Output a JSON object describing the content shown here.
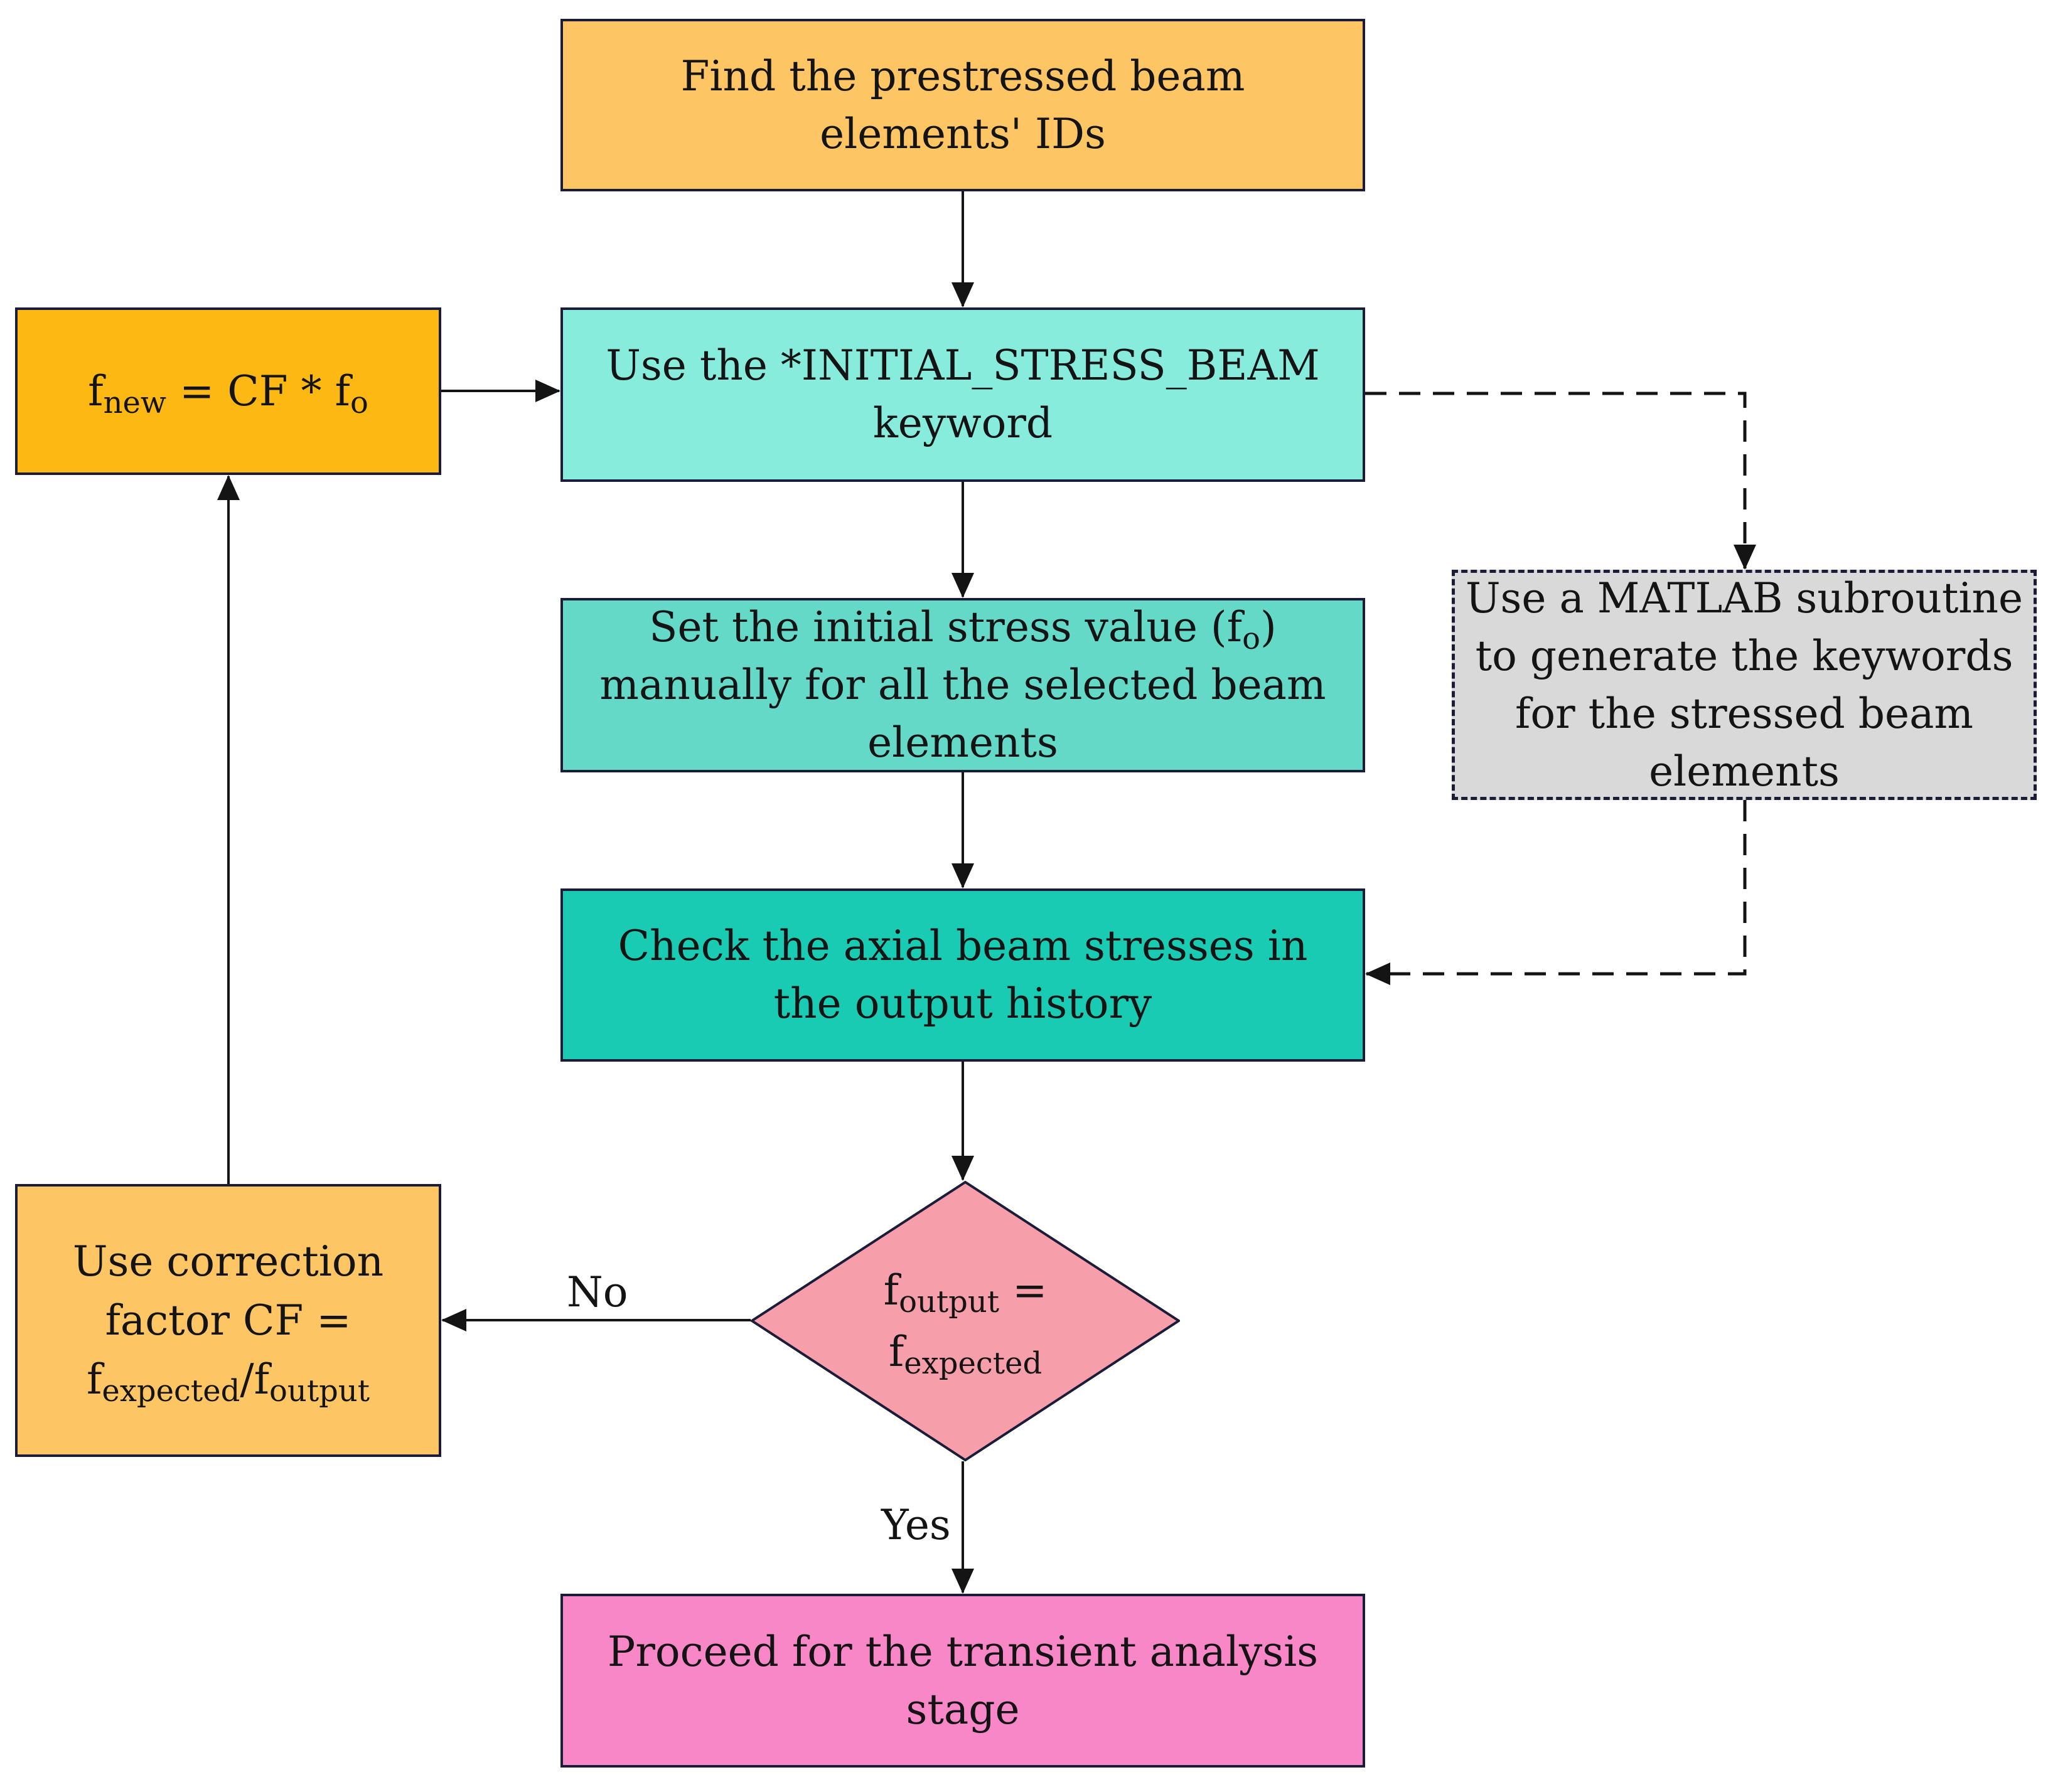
{
  "nodes": {
    "find": {
      "lines": [
        "Find the prestressed beam",
        "elements' IDs"
      ]
    },
    "keyword": {
      "lines": [
        "Use the *INITIAL_STRESS_BEAM",
        "keyword"
      ]
    },
    "set": {
      "line1": "Set the initial stress value (f",
      "line1_sub": "o",
      "line1_end": ")",
      "line2": "manually for all the selected beam",
      "line3": "elements"
    },
    "check": {
      "lines": [
        "Check the axial beam stresses in",
        "the output history"
      ]
    },
    "decision": {
      "f1": "f",
      "sub1": "output",
      "eq": " =",
      "f2": "f",
      "sub2": "expected"
    },
    "proceed": {
      "lines": [
        "Proceed for the transient analysis",
        "stage"
      ]
    },
    "fnew": {
      "f": "f",
      "sub": "new",
      "mid": " = CF * f",
      "sub2": "o"
    },
    "correction": {
      "line1": "Use correction",
      "line2": "factor CF =",
      "f1": "f",
      "sub1": "expected",
      "slash": "/f",
      "sub2": "output"
    },
    "matlab": {
      "lines": [
        "Use a MATLAB subroutine",
        "to generate the keywords",
        "for the stressed beam",
        "elements"
      ]
    }
  },
  "edges": {
    "no_label": "No",
    "yes_label": "Yes"
  },
  "colors": {
    "find": "#fdc564",
    "keyword": "#88ecdd",
    "set": "#65d9c8",
    "check": "#1acbb3",
    "decision": "#f79eab",
    "proceed": "#f787c6",
    "fnew": "#fdb813",
    "correction": "#fdc564",
    "matlab": "#d9d9d9",
    "border": "#1b1b3a",
    "line": "#141414"
  }
}
